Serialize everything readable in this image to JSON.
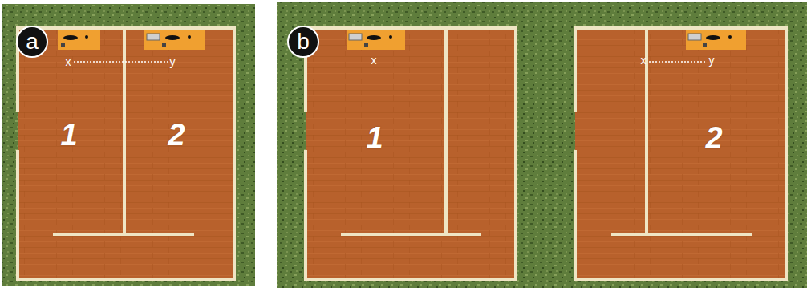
{
  "diagram": {
    "nodes": [
      {
        "text": [
          "a"
        ]
      },
      {
        "text": [
          "b"
        ]
      }
    ],
    "labels": [
      "x",
      "y",
      "1",
      "2",
      "x",
      "1",
      "x",
      "y",
      "2"
    ]
  }
}
